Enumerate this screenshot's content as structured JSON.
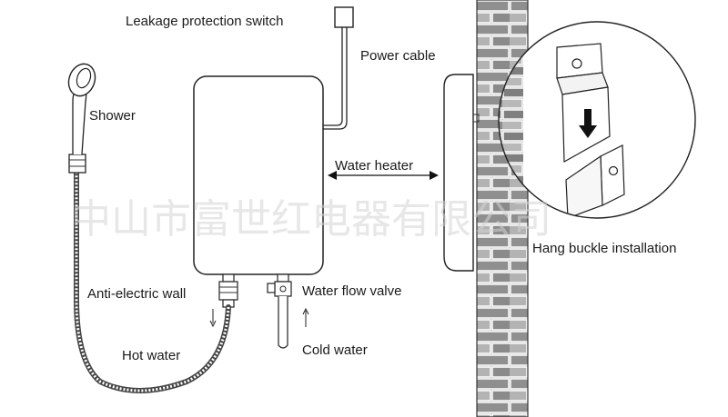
{
  "labels": {
    "leakage_switch": "Leakage protection switch",
    "power_cable": "Power cable",
    "shower": "Shower",
    "water_heater": "Water heater",
    "hang_buckle": "Hang buckle installation",
    "anti_electric_wall": "Anti-electric wall",
    "water_flow_valve": "Water flow valve",
    "hot_water": "Hot water",
    "cold_water": "Cold water"
  },
  "watermark": "中山市富世红电器有限公司",
  "colors": {
    "line": "#222222",
    "brick_fill": "#9a9a9a",
    "mortar": "#ffffff",
    "watermark": "#d4d4d4",
    "arrow": "#111111"
  },
  "icons": {
    "arrow_down": "down-arrow-icon",
    "arrow_up": "up-arrow-icon",
    "double_arrow": "double-headed-arrow-icon"
  }
}
